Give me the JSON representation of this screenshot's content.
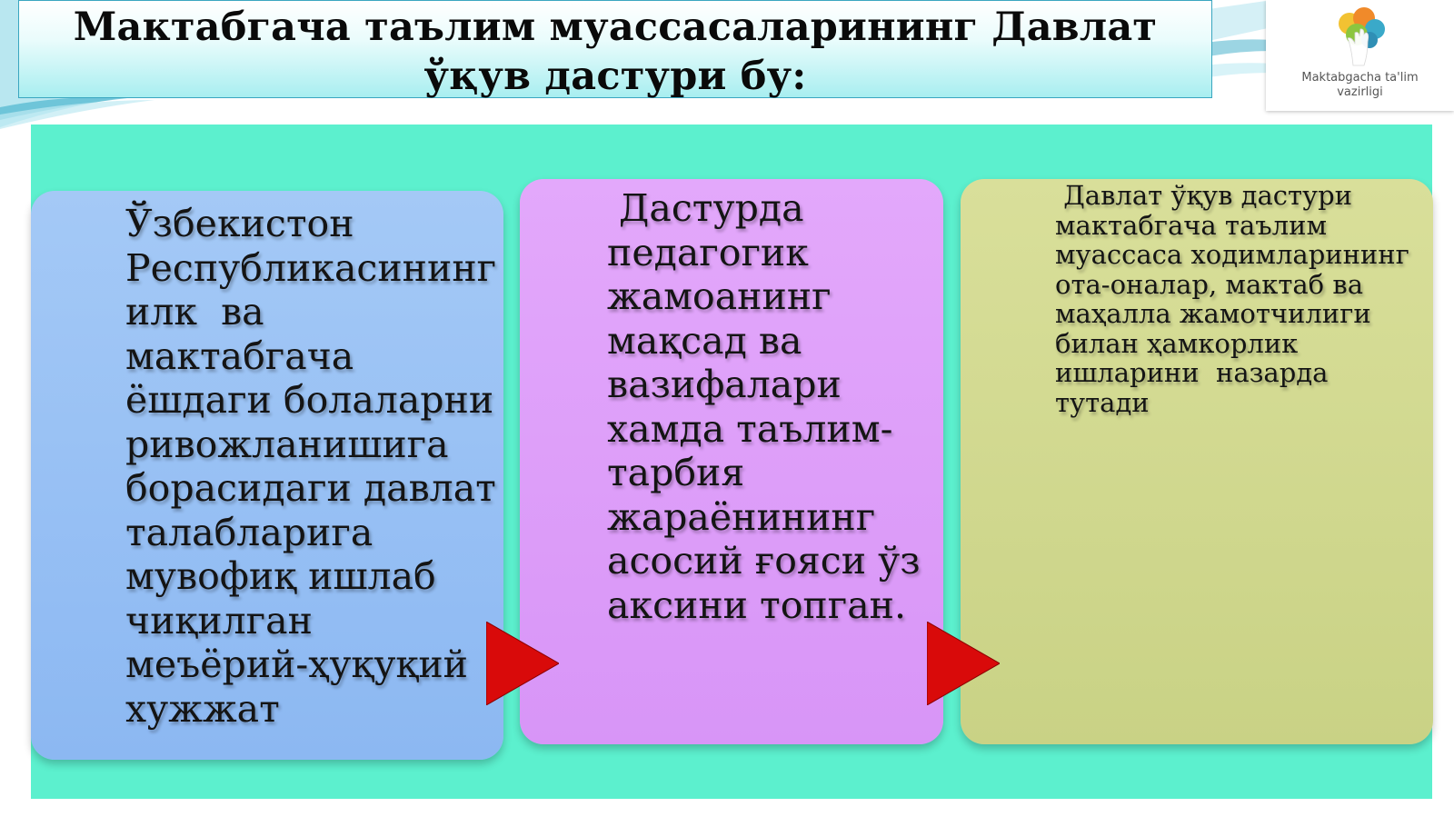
{
  "slide": {
    "title": "Мактабгача таълим муассасаларининг Давлат ўқув дастури бу:"
  },
  "logo": {
    "caption": "Maktabgacha ta'lim vazirligi"
  },
  "cards": [
    {
      "text": "Ўзбекистон Республикасининг  илк  ва мактабгача ёшдаги болаларни ривожланишига борасидаги давлат талабларига мувофиқ ишлаб чиқилган меъёрий-ҳуқуқий хужжат"
    },
    {
      "text": " Дастурда педагогик жамоанинг мақсад ва вазифалари хамда таълим-тарбия жараёнининг асосий ғояси ўз аксини топган."
    },
    {
      "text": " Давлат ўқув дастури мактабгача таълим муассаса ходимларининг  ота-оналар, мактаб ва маҳалла жамотчилиги билан ҳамкорлик ишларини  назарда тутади"
    }
  ],
  "colors": {
    "content_background": "#5cf0ce",
    "card_1": "#9ac2f4",
    "card_2": "#dd9ef9",
    "card_3": "#d1d88f",
    "arrow": "#d90a0a"
  },
  "icons": {
    "arrow": "right-triangle-arrow",
    "logo": "hands-tree-logo"
  }
}
